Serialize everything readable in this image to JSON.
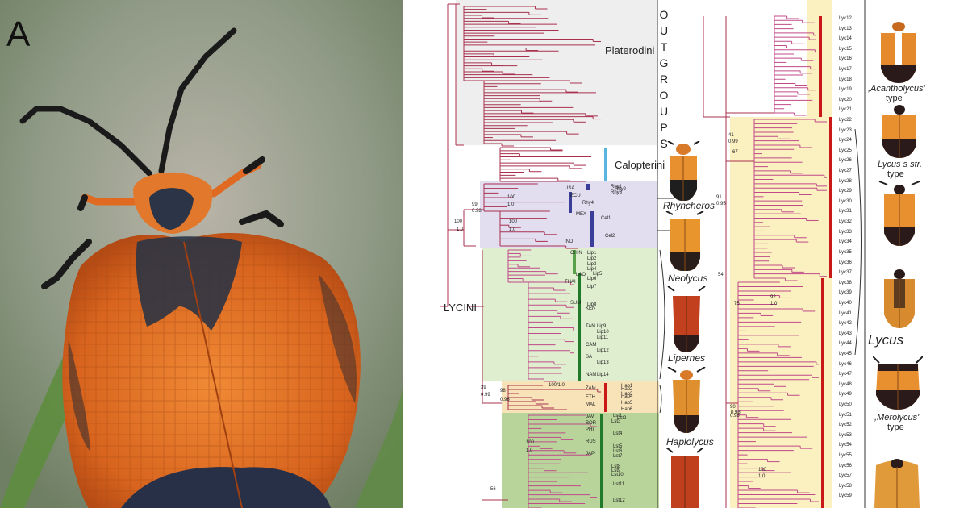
{
  "figure": {
    "panel_letter": "A",
    "outgroups_label": "OUTGROUPS",
    "tribe_labels": {
      "platerodini": "Platerodini",
      "calopterini": "Calopterini",
      "lycini": "LYCINI"
    },
    "genus_labels": {
      "rhyncheros": "Rhyncheros",
      "neolycus": "Neolycus",
      "lipernes": "Lipernes",
      "haplolycus": "Haplolycus",
      "lycus": "Lycus"
    },
    "morphotype_labels": {
      "acantholycus": ",Acantholycus'",
      "acantholycus_type": "type",
      "lycus_ss": "Lycus s str.",
      "lycus_ss_type": "type",
      "merolycus": ",Merolycus'",
      "merolycus_type": "type"
    },
    "support_values": [
      "100",
      "1.0",
      "99",
      "0.98",
      "100",
      "1.0",
      "100",
      "1.0",
      "39",
      "0.99",
      "98",
      "0.96",
      "56",
      "100/1.0",
      "100",
      "1.0",
      "41",
      "0.99",
      "91",
      "0.95",
      "54",
      "67",
      "0.98",
      "90",
      "0.98",
      "92",
      "1.0",
      "75",
      "100",
      "1.0"
    ],
    "tip_labels_left": [
      "Rhy1",
      "Rhy2",
      "Rhy3",
      "Rhy4",
      "Cel1",
      "Cel2",
      "Lip1",
      "Lip2",
      "Lip3",
      "Lip4",
      "Lip5",
      "Lip6",
      "Lip7",
      "Lip8",
      "Lip9",
      "Lip10",
      "Lip11",
      "Lip12",
      "Lip13",
      "Lip14",
      "Hap1",
      "Hap2",
      "Hap3",
      "Hap4",
      "Hap5",
      "Hap6",
      "Lst1",
      "Lst2",
      "Lst3",
      "Lst4",
      "Lst5",
      "Lst6",
      "Lst7",
      "Lst8",
      "Lst9",
      "Lst10",
      "Lst11",
      "Lst12"
    ],
    "tip_labels_right": [
      "Lyc12",
      "Lyc13",
      "Lyc14",
      "Lyc15",
      "Lyc16",
      "Lyc17",
      "Lyc18",
      "Lyc19",
      "Lyc20",
      "Lyc21",
      "Lyc22",
      "Lyc23",
      "Lyc24",
      "Lyc25",
      "Lyc26",
      "Lyc27",
      "Lyc28",
      "Lyc29",
      "Lyc30",
      "Lyc31",
      "Lyc32",
      "Lyc33",
      "Lyc34",
      "Lyc35",
      "Lyc36",
      "Lyc37",
      "Lyc38",
      "Lyc39",
      "Lyc40",
      "Lyc41",
      "Lyc42",
      "Lyc43",
      "Lyc44",
      "Lyc45",
      "Lyc46",
      "Lyc47",
      "Lyc48",
      "Lyc49",
      "Lyc50",
      "Lyc51",
      "Lyc52",
      "Lyc53",
      "Lyc54",
      "Lyc55",
      "Lyc56",
      "Lyc57",
      "Lyc58",
      "Lyc59"
    ],
    "region_codes": [
      "USA",
      "ECU",
      "MEX",
      "IND",
      "CHIN",
      "LAO",
      "THAI",
      "SUM",
      "KEN",
      "TAN",
      "CAM",
      "SA",
      "NAM",
      "ZAM",
      "ETH",
      "MAL",
      "JAV",
      "BOR",
      "PHI",
      "RUS",
      "JAP"
    ],
    "colors": {
      "branch": "#a8304e",
      "branch_alt": "#c04a8a",
      "platerodini_bg": "#eeeeee",
      "rhyncheros_bg": "#e2def0",
      "lipernes_bg": "#dfeecf",
      "haplolycus_bg": "#f8e2b8",
      "lst_bg": "#b8d49a",
      "lycus_bg": "#fbf0c0",
      "calopterini_bar": "#5ab4e0",
      "rhyncheros_bar": "#3a3e98",
      "lipernes_bar": "#1f7a2a",
      "lycus_bar": "#c81818"
    }
  }
}
